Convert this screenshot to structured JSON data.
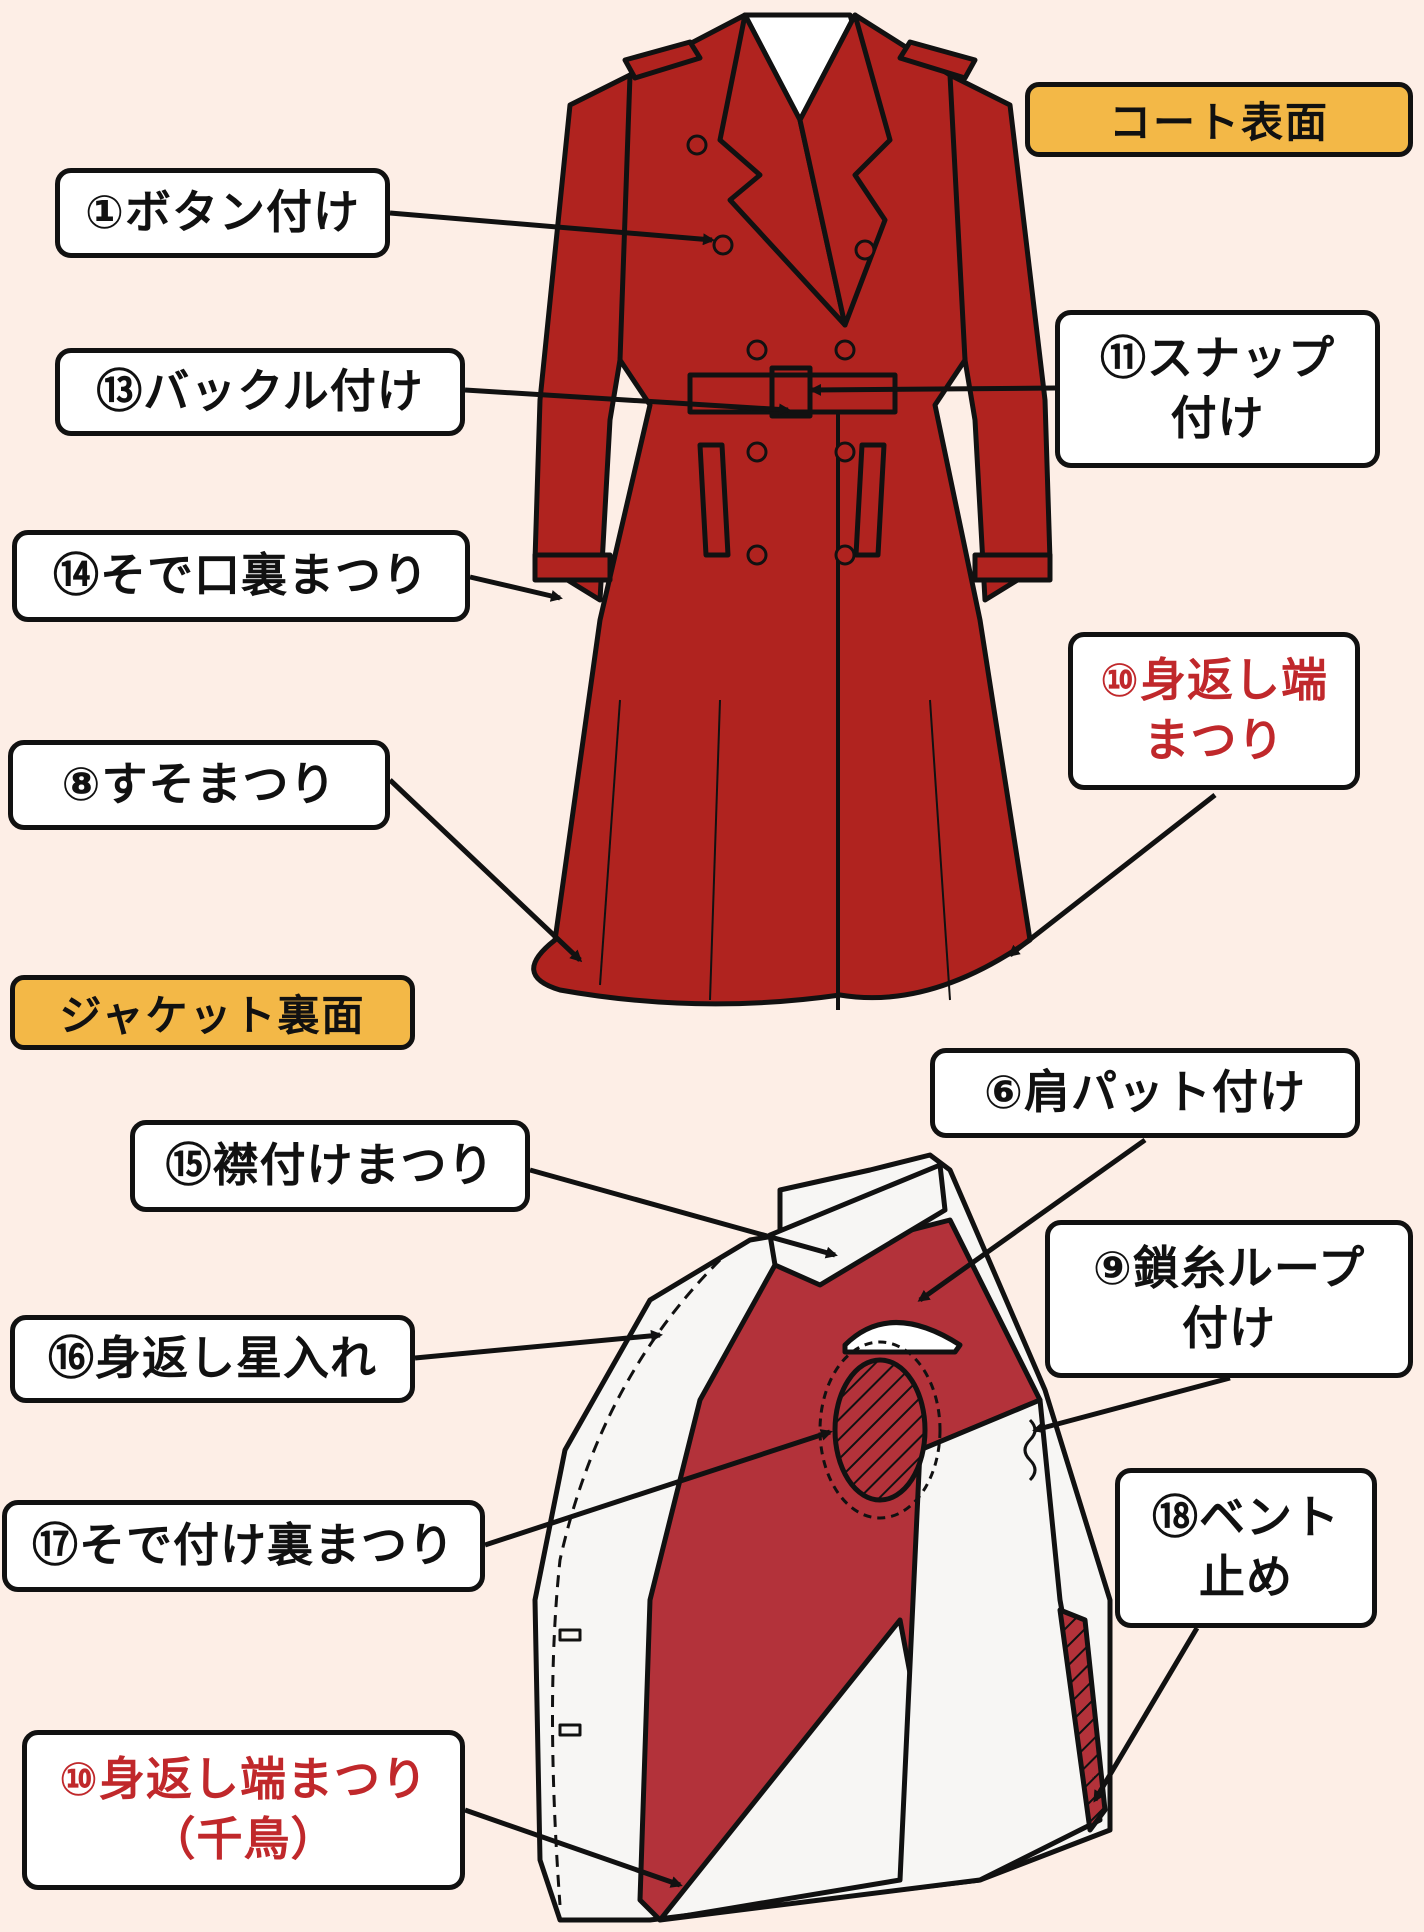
{
  "sections": {
    "coat_front": "コート表面",
    "jacket_back": "ジャケット裏面"
  },
  "coat_labels": {
    "button": "①ボタン付け",
    "buckle": "⑬バックル付け",
    "sleeve_lining": "⑭そで口裏まつり",
    "hem": "⑧すそまつり",
    "snap": "⑪スナップ\n付け",
    "facing_edge": "⑩身返し端\nまつり"
  },
  "jacket_labels": {
    "shoulder_pad": "⑥肩パット付け",
    "collar": "⑮襟付けまつり",
    "chain_loop": "⑨鎖糸ループ\n付け",
    "facing_star": "⑯身返し星入れ",
    "sleeve_attach": "⑰そで付け裏まつり",
    "vent": "⑱ベント\n止め",
    "facing_edge_chidori": "⑩身返し端まつり\n（千鳥）"
  },
  "colors": {
    "background": "#fdeee6",
    "coat_red": "#b0231f",
    "lining_red": "#b3323a",
    "section_yellow": "#f3b847",
    "highlight_text_red": "#c0282b",
    "outline": "#111111"
  }
}
